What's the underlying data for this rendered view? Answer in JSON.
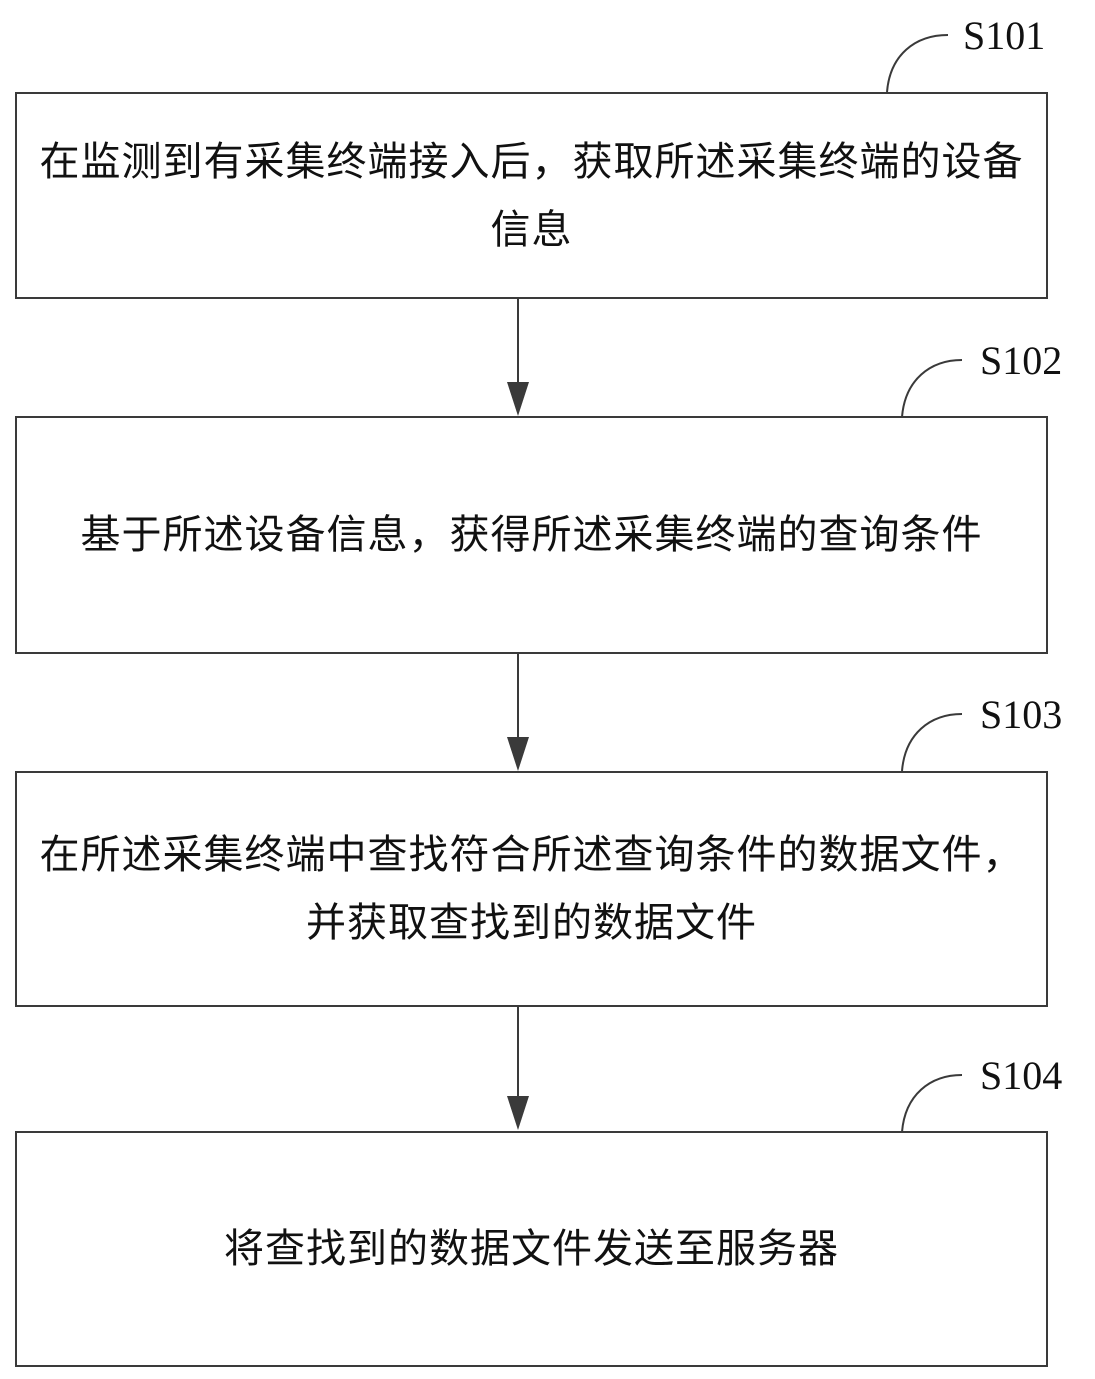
{
  "steps": [
    {
      "label": "S101",
      "text": "在监测到有采集终端接入后，获取所述采集终端的设备信息"
    },
    {
      "label": "S102",
      "text": "基于所述设备信息，获得所述采集终端的查询条件"
    },
    {
      "label": "S103",
      "text": "在所述采集终端中查找符合所述查询条件的数据文件，并获取查找到的数据文件"
    },
    {
      "label": "S104",
      "text": "将查找到的数据文件发送至服务器"
    }
  ],
  "colors": {
    "border": "#3a3a3a",
    "arrow": "#3a3a3a",
    "text": "#111111"
  }
}
